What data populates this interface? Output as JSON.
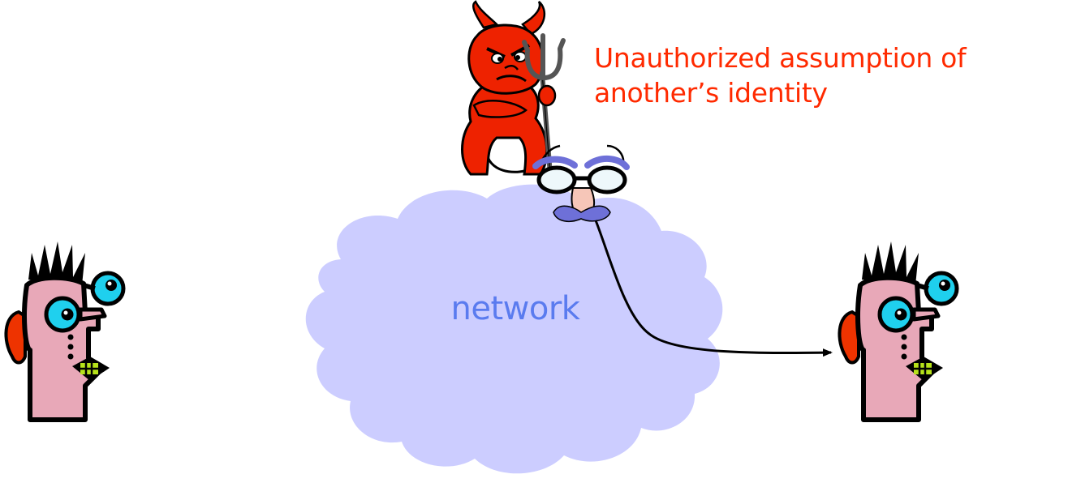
{
  "diagram": {
    "caption_line1": "Unauthorized assumption of",
    "caption_line2": "another’s identity",
    "cloud_label": "network"
  },
  "colors": {
    "caption_text": "#ff2a00",
    "cloud_fill": "#cccdff",
    "cloud_label_text": "#5a7bef",
    "devil_red": "#ee2200",
    "face_pink": "#e8a8b8",
    "eye_cyan": "#1fd0ee",
    "ear_red": "#ee3300",
    "mouth_green": "#b6e21a",
    "disguise_blue": "#6e70d8",
    "nose_pink": "#f6c6b8",
    "arrow": "#000000"
  },
  "icons": {
    "left_person": "cartoon-face-icon",
    "right_person": "cartoon-face-icon",
    "attacker": "devil-icon",
    "disguise": "groucho-glasses-icon",
    "network": "cloud-icon"
  }
}
